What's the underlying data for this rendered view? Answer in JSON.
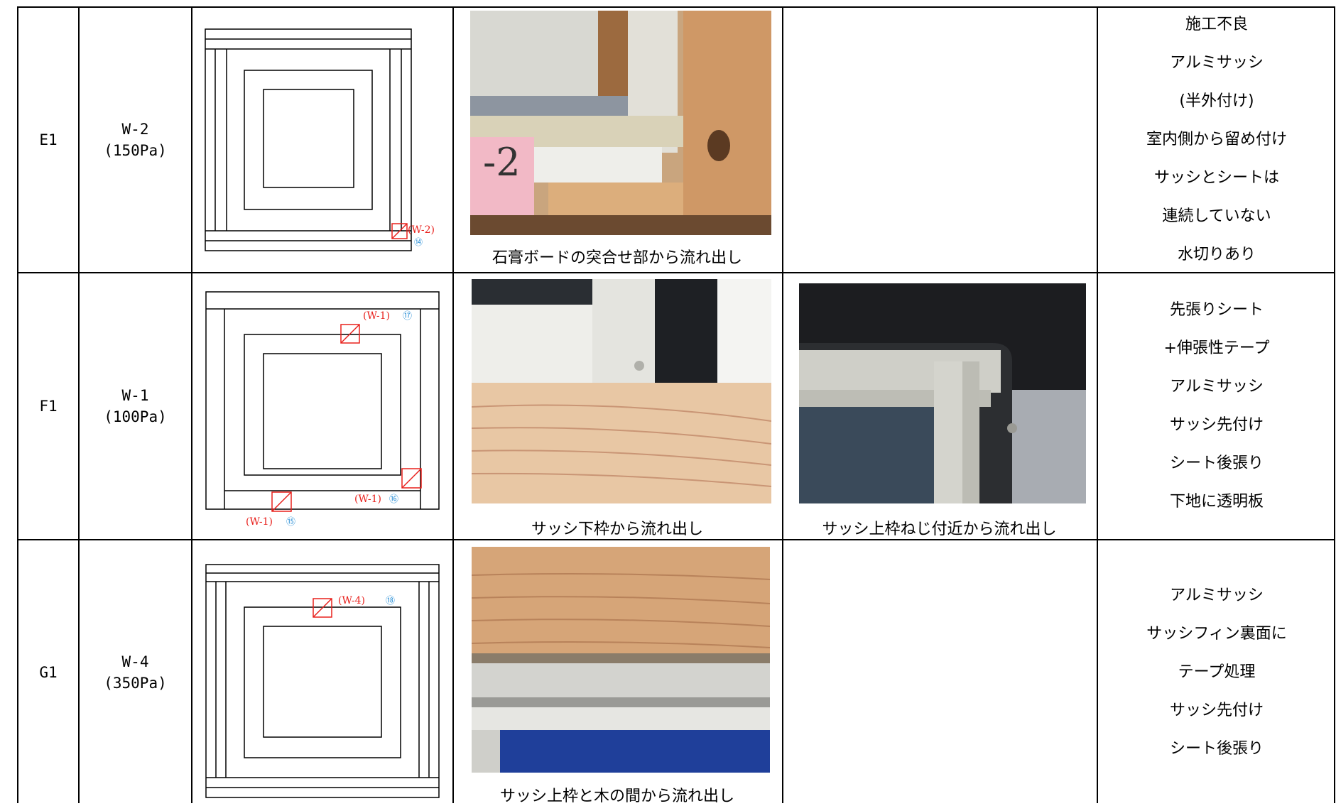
{
  "rows": [
    {
      "id": "E1",
      "type_code": "W-2",
      "pressure": "(150Pa)",
      "markers": [
        {
          "label": "(W-2)",
          "num": "⑭"
        }
      ],
      "photo_caption": "石膏ボードの突合せ部から流れ出し",
      "photo2_caption": "",
      "notes": [
        "施工不良",
        "アルミサッシ",
        "(半外付け)",
        "室内側から留め付け",
        "サッシとシートは",
        "連続していない",
        "水切りあり"
      ]
    },
    {
      "id": "F1",
      "type_code": "W-1",
      "pressure": "(100Pa)",
      "markers": [
        {
          "label": "(W-1)",
          "num": "⑰"
        },
        {
          "label": "(W-1)",
          "num": "⑯"
        },
        {
          "label": "(W-1)",
          "num": "⑮"
        }
      ],
      "photo_caption": "サッシ下枠から流れ出し",
      "photo2_caption": "サッシ上枠ねじ付近から流れ出し",
      "notes": [
        "先張りシート",
        "+伸張性テープ",
        "アルミサッシ",
        "サッシ先付け",
        "シート後張り",
        "下地に透明板"
      ]
    },
    {
      "id": "G1",
      "type_code": "W-4",
      "pressure": "(350Pa)",
      "markers": [
        {
          "label": "(W-4)",
          "num": "⑱"
        }
      ],
      "photo_caption": "サッシ上枠と木の間から流れ出し",
      "photo2_caption": "",
      "notes": [
        "アルミサッシ",
        "サッシフィン裏面に",
        "テープ処理",
        "サッシ先付け",
        "シート後張り"
      ]
    }
  ],
  "colors": {
    "marker": "#e8201c",
    "marker_num": "#2a8fd6",
    "line": "#000000"
  }
}
